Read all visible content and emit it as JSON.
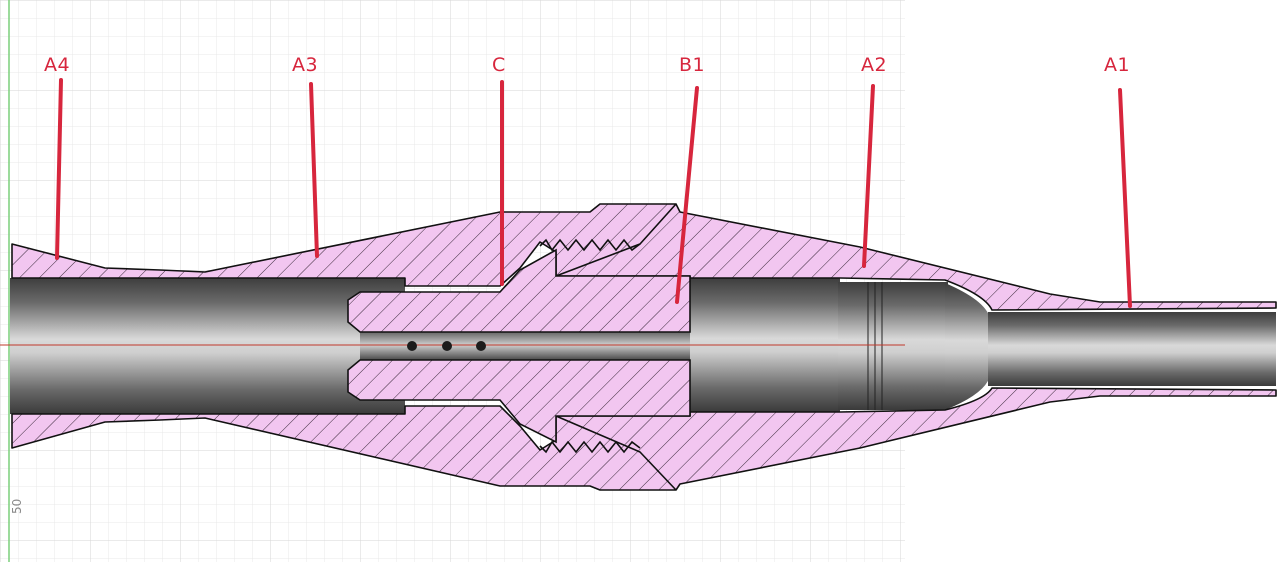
{
  "labels": {
    "a4": "A4",
    "a3": "A3",
    "c": "C",
    "b1": "B1",
    "a2": "A2",
    "a1": "A1"
  },
  "ruler": {
    "value": "50"
  },
  "colors": {
    "section_fill": "#f2c6f0",
    "hatch": "#3a2a3a",
    "outline": "#111111",
    "callout": "#d7263d",
    "centerline": "#c0392b",
    "grid_minor": "#e9e9e9",
    "grid_major": "#d6d6d6",
    "axis_green": "#7ccf7c",
    "steel_dark": "#3e3e3e",
    "steel_light": "#d9d9d9"
  }
}
